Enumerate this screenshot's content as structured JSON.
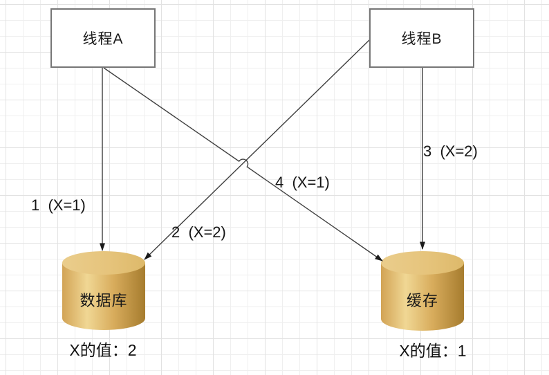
{
  "diagram": {
    "nodes": {
      "thread_a": {
        "label": "线程A"
      },
      "thread_b": {
        "label": "线程B"
      },
      "database": {
        "label": "数据库",
        "value": "X的值：2"
      },
      "cache": {
        "label": "缓存",
        "value": "X的值：1"
      }
    },
    "edges": [
      {
        "num": "1",
        "label": "1  (X=1)",
        "from": "thread_a",
        "to": "database"
      },
      {
        "num": "2",
        "label": "2  (X=2)",
        "from": "thread_b",
        "to": "database"
      },
      {
        "num": "3",
        "label": "3  (X=2)",
        "from": "thread_b",
        "to": "cache"
      },
      {
        "num": "4",
        "label": "4  (X=1)",
        "from": "thread_a",
        "to": "cache"
      }
    ],
    "colors": {
      "cylinder_highlight": "#F0D794",
      "cylinder_light": "#D2A355",
      "cylinder_mid": "#D8AC5C",
      "cylinder_shadow": "#A67C2E",
      "cylinder_top_left": "#EACD8C",
      "cylinder_top_right": "#DDB96A",
      "connector_line": "#3f3f3f",
      "arrowhead": "#1a1a1a",
      "box_border": "#767676",
      "text": "#141414",
      "grid_minor": "#efefef",
      "grid_major": "#e2e2e2"
    }
  }
}
